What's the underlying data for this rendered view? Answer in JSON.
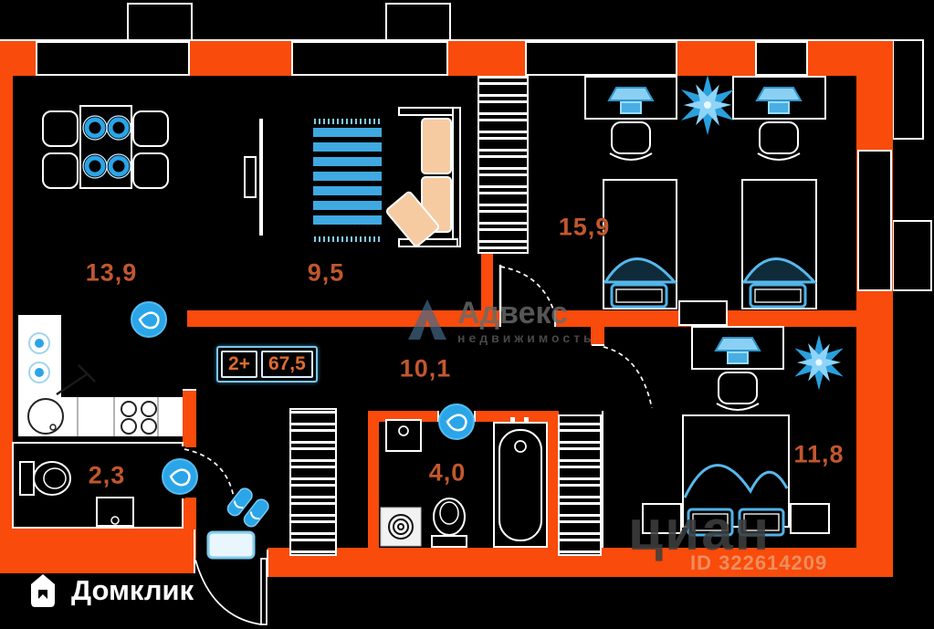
{
  "floorplan": {
    "badge": {
      "type_label": "2+",
      "area_label": "67,5"
    },
    "rooms": [
      {
        "name": "living-kitchen",
        "area": "13,9"
      },
      {
        "name": "room-with-rug",
        "area": "9,5"
      },
      {
        "name": "bedroom-large",
        "area": "15,9"
      },
      {
        "name": "hallway",
        "area": "10,1"
      },
      {
        "name": "wc",
        "area": "2,3"
      },
      {
        "name": "bathroom",
        "area": "4,0"
      },
      {
        "name": "bedroom-small",
        "area": "11,8"
      }
    ],
    "colors": {
      "wall_orange": "#F94B0B",
      "accent_blue": "#2AA5E8",
      "label_orange": "#C2572E",
      "cushion_peach": "#F6CBA2",
      "background": "#000000"
    },
    "icons": {
      "door_marker": "blue circle with droplet",
      "plant": "blue starburst",
      "slippers": "blue slippers",
      "advex_logo": "gray-blue A triangle",
      "domclick_logo": "white house in rounded square"
    }
  },
  "watermarks": {
    "advex": {
      "name": "Адвекс",
      "subtitle": "недвижимость"
    },
    "cian": {
      "name": "циан"
    },
    "listing_id": "ID 322614209",
    "domclick": {
      "name": "Домклик"
    }
  }
}
